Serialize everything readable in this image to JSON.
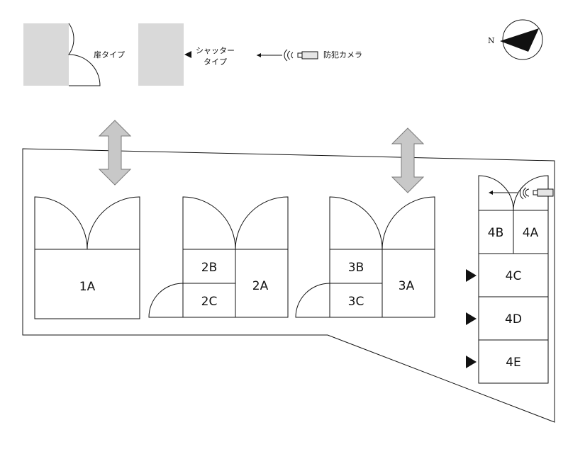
{
  "legend": {
    "door_type_label": "扉タイプ",
    "shutter_type_label_line1": "シャッター",
    "shutter_type_label_line2": "タイプ",
    "camera_label": "防犯カメラ"
  },
  "compass": {
    "north_label": "N"
  },
  "units": {
    "u1A": "1A",
    "u2A": "2A",
    "u2B": "2B",
    "u2C": "2C",
    "u3A": "3A",
    "u3B": "3B",
    "u3C": "3C",
    "u4A": "4A",
    "u4B": "4B",
    "u4C": "4C",
    "u4D": "4D",
    "u4E": "4E"
  },
  "colors": {
    "line": "#111111",
    "legend_fill": "#d9d9d9",
    "arrow_fill": "#c8c8c8",
    "arrow_stroke": "#7a7a7a"
  }
}
